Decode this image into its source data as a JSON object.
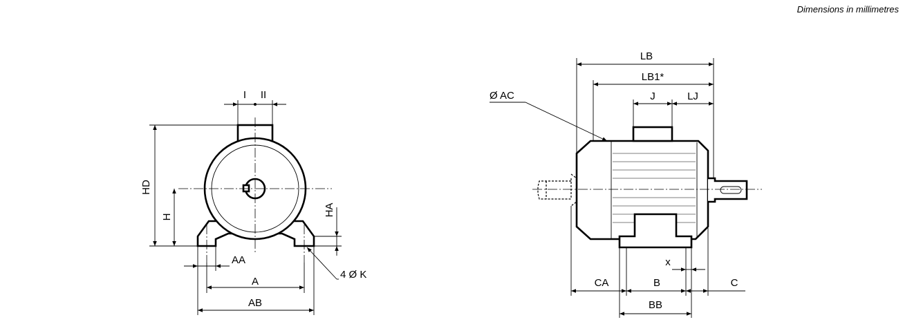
{
  "note": "Dimensions in millimetres",
  "front_view": {
    "labels": {
      "I": "I",
      "II": "II",
      "HD": "HD",
      "H": "H",
      "HA": "HA",
      "AA": "AA",
      "A": "A",
      "AB": "AB",
      "K": "4 Ø K"
    }
  },
  "side_view": {
    "labels": {
      "LB": "LB",
      "LB1": "LB1*",
      "J": "J",
      "LJ": "LJ",
      "AC": "Ø AC",
      "x": "x",
      "CA": "CA",
      "B": "B",
      "C": "C",
      "BB": "BB"
    }
  }
}
